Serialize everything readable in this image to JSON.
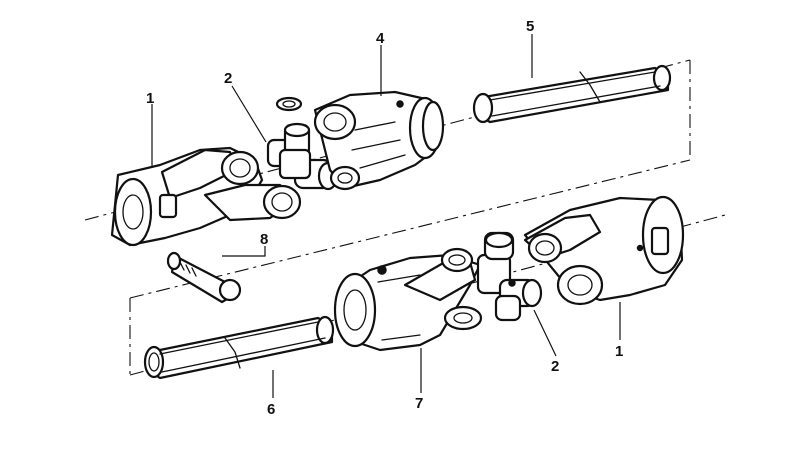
{
  "diagram": {
    "callouts": {
      "upper_yoke": "1",
      "upper_cross": "2",
      "inner_yoke_upper": "4",
      "upper_tube": "5",
      "pin": "8",
      "lower_yoke": "1",
      "lower_cross": "2",
      "lower_tube": "6",
      "inner_yoke_lower": "7"
    }
  }
}
